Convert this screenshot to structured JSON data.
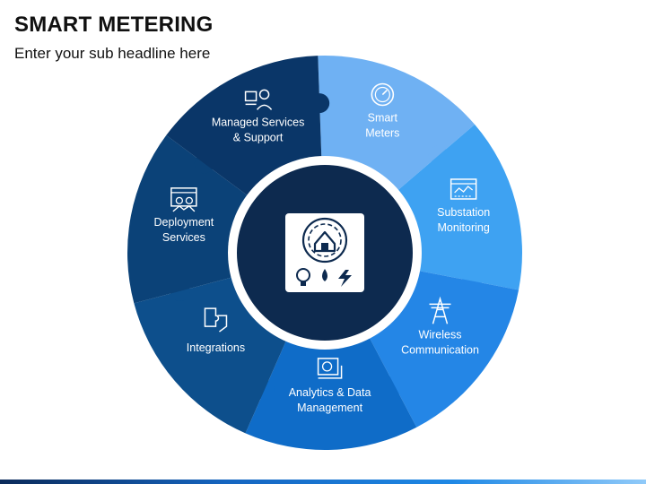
{
  "header": {
    "title": "SMART METERING",
    "subtitle": "Enter your sub headline here"
  },
  "colors": {
    "center": "#0d2a4f",
    "ring": "#ffffff",
    "segments": [
      "#6fb1f3",
      "#3ea2f2",
      "#2486e6",
      "#0f6cc8",
      "#0d4f8c",
      "#0b4278",
      "#0a3668",
      "#0b2d55"
    ]
  },
  "segments": [
    {
      "icon": "gauge-icon",
      "lines": [
        "Smart",
        "Meters"
      ]
    },
    {
      "icon": "monitor-chart-icon",
      "lines": [
        "Substation",
        "Monitoring"
      ]
    },
    {
      "icon": "power-tower-icon",
      "lines": [
        "Wireless",
        "Communication"
      ]
    },
    {
      "icon": "analytics-icon",
      "lines": [
        "Analytics & Data",
        "Management"
      ]
    },
    {
      "icon": "puzzle-hand-icon",
      "lines": [
        "Integrations"
      ]
    },
    {
      "icon": "deployment-icon",
      "lines": [
        "Deployment",
        "Services"
      ]
    },
    {
      "icon": "support-agent-icon",
      "lines": [
        "Managed Services",
        "& Support"
      ]
    }
  ],
  "center_icon": "smart-home-meter-icon"
}
